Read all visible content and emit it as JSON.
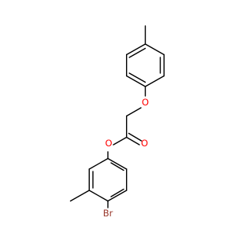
{
  "molecule": {
    "atoms": [
      {
        "symbol": "O",
        "color": "#ff0000"
      },
      {
        "symbol": "O",
        "color": "#ff0000"
      },
      {
        "symbol": "O",
        "color": "#ff0000"
      },
      {
        "symbol": "Br",
        "color": "#9a3a2e"
      }
    ]
  }
}
